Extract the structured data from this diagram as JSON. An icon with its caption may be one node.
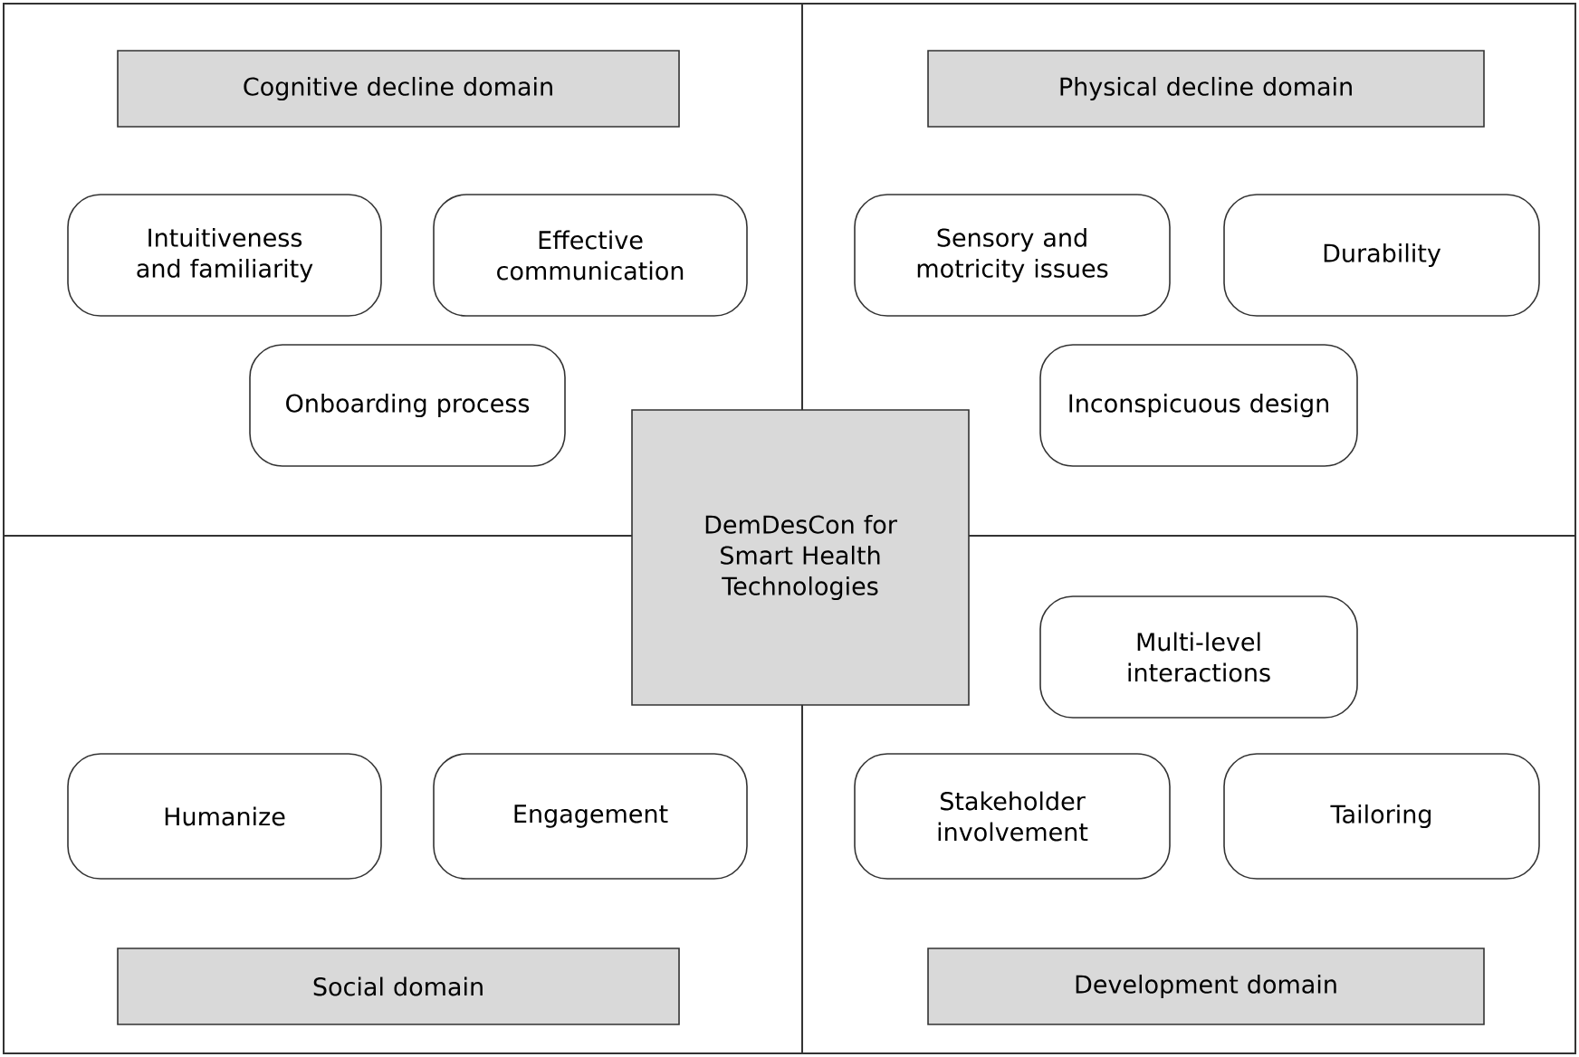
{
  "diagram": {
    "nodes": [
      {
        "text": [
          "Cognitive decline domain"
        ]
      },
      {
        "text": [
          "Physical decline domain"
        ]
      },
      {
        "text": [
          "Intuitiveness and familiarity"
        ]
      },
      {
        "text": [
          "Effective communication"
        ]
      },
      {
        "text": [
          "Sensory and motricity issues"
        ]
      },
      {
        "text": [
          "Durability"
        ]
      },
      {
        "text": [
          "Onboarding process"
        ]
      },
      {
        "text": [
          "Inconspicuous design"
        ]
      },
      {
        "text": [
          "DemDesCon for Smart Health Technologies"
        ]
      },
      {
        "text": [
          "Multi-level interactions"
        ]
      },
      {
        "text": [
          "Humanize"
        ]
      },
      {
        "text": [
          "Engagement"
        ]
      },
      {
        "text": [
          "Stakeholder involvement"
        ]
      },
      {
        "text": [
          "Tailoring"
        ]
      },
      {
        "text": [
          "Social domain"
        ]
      },
      {
        "text": [
          "Development domain"
        ]
      }
    ]
  }
}
